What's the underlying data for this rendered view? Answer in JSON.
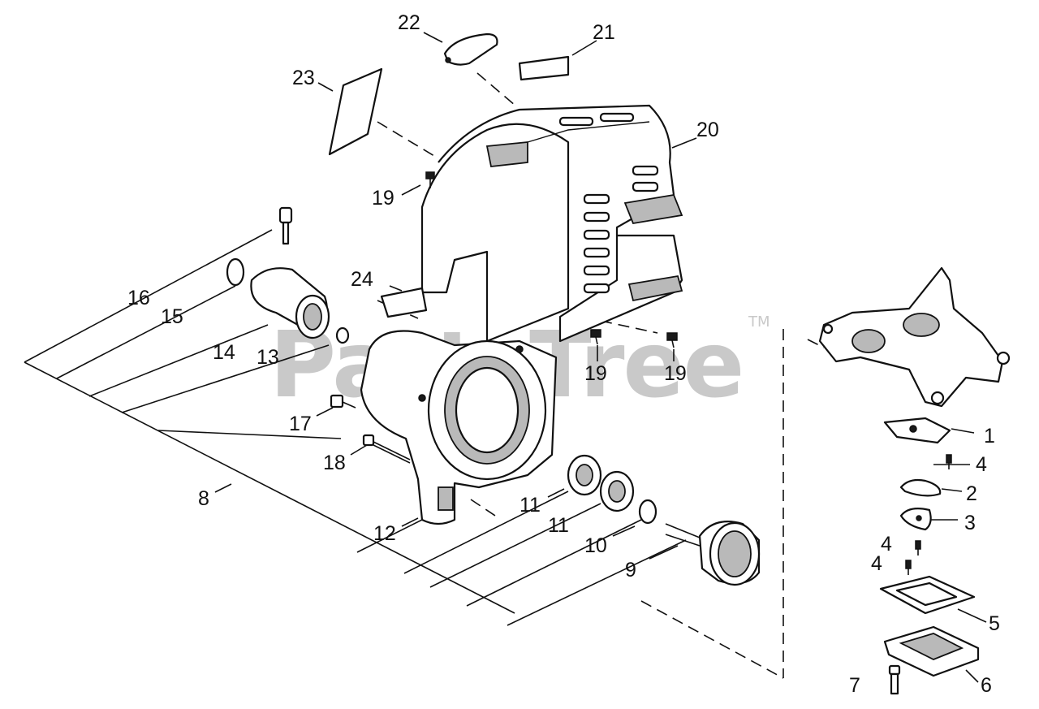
{
  "diagram": {
    "watermark": "PartsTree",
    "trademark": "TM",
    "callouts": [
      {
        "id": "1",
        "text": "1"
      },
      {
        "id": "2",
        "text": "2"
      },
      {
        "id": "3",
        "text": "3"
      },
      {
        "id": "4a",
        "text": "4"
      },
      {
        "id": "4b",
        "text": "4"
      },
      {
        "id": "4c",
        "text": "4"
      },
      {
        "id": "5",
        "text": "5"
      },
      {
        "id": "6",
        "text": "6"
      },
      {
        "id": "7",
        "text": "7"
      },
      {
        "id": "8",
        "text": "8"
      },
      {
        "id": "9",
        "text": "9"
      },
      {
        "id": "10",
        "text": "10"
      },
      {
        "id": "11a",
        "text": "11"
      },
      {
        "id": "11b",
        "text": "11"
      },
      {
        "id": "12",
        "text": "12"
      },
      {
        "id": "13",
        "text": "13"
      },
      {
        "id": "14",
        "text": "14"
      },
      {
        "id": "15",
        "text": "15"
      },
      {
        "id": "16",
        "text": "16"
      },
      {
        "id": "17",
        "text": "17"
      },
      {
        "id": "18",
        "text": "18"
      },
      {
        "id": "19a",
        "text": "19"
      },
      {
        "id": "19b",
        "text": "19"
      },
      {
        "id": "19c",
        "text": "19"
      },
      {
        "id": "20",
        "text": "20"
      },
      {
        "id": "21",
        "text": "21"
      },
      {
        "id": "22",
        "text": "22"
      },
      {
        "id": "23",
        "text": "23"
      },
      {
        "id": "24",
        "text": "24"
      }
    ]
  }
}
